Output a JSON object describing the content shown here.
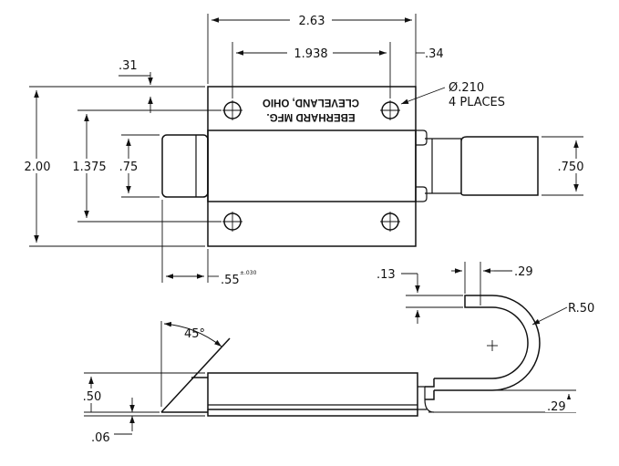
{
  "dimensions": {
    "overall_width": "2.63",
    "hole_spacing": "1.938",
    "right_overhang": ".34",
    "top_hole_offset": ".31",
    "hole_diameter": "Ø.210",
    "hole_count": "4 PLACES",
    "overall_height": "2.00",
    "inner_height": "1.375",
    "bolt_height": ".75",
    "strike_height": ".750",
    "bolt_extension": ".55",
    "bolt_extension_tol": "±.030",
    "hook_thickness": ".13",
    "hook_gap": ".29",
    "hook_radius": "R.50",
    "bevel_angle": "45°",
    "body_height": ".50",
    "base_thickness": ".06",
    "strike_offset": ".29"
  },
  "engraving": {
    "line1": "EBERHARD MFG.",
    "line2": "CLEVELAND, OHIO"
  }
}
